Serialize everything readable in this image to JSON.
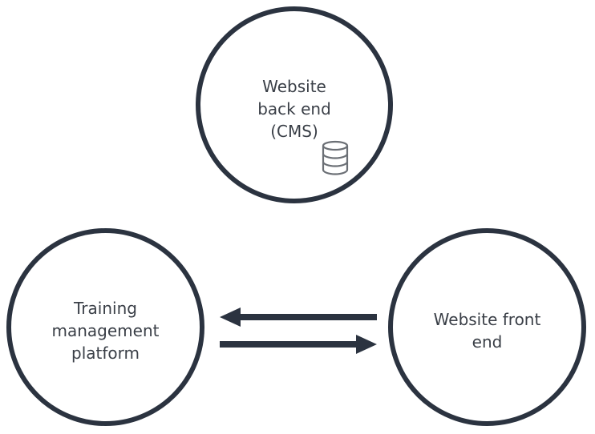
{
  "nodes": {
    "cms": {
      "lines": [
        "Website",
        "back end",
        "(CMS)"
      ],
      "icon": "database-icon"
    },
    "training": {
      "lines": [
        "Training",
        "management",
        "platform"
      ]
    },
    "front": {
      "lines": [
        "Website front",
        "end"
      ]
    }
  },
  "colors": {
    "stroke": "#2b3340",
    "text": "#3a3f47",
    "icon": "#6b6f75",
    "background": "#ffffff"
  }
}
